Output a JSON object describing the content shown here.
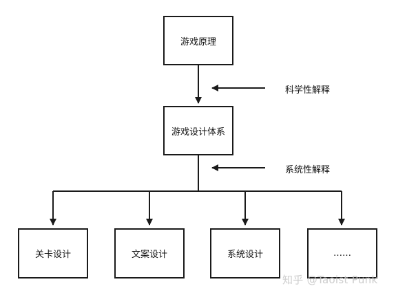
{
  "diagram": {
    "nodes": {
      "principle": "游戏原理",
      "design_system": "游戏设计体系",
      "level_design": "关卡设计",
      "copy_design": "文案设计",
      "system_design": "系统设计",
      "more": "……"
    },
    "annotations": {
      "scientific": "科学性解释",
      "systematic": "系统性解释"
    }
  },
  "watermark": {
    "text": "知乎 @Taoist Punk"
  },
  "colors": {
    "line": "#1a1a1a",
    "background": "#ffffff"
  }
}
